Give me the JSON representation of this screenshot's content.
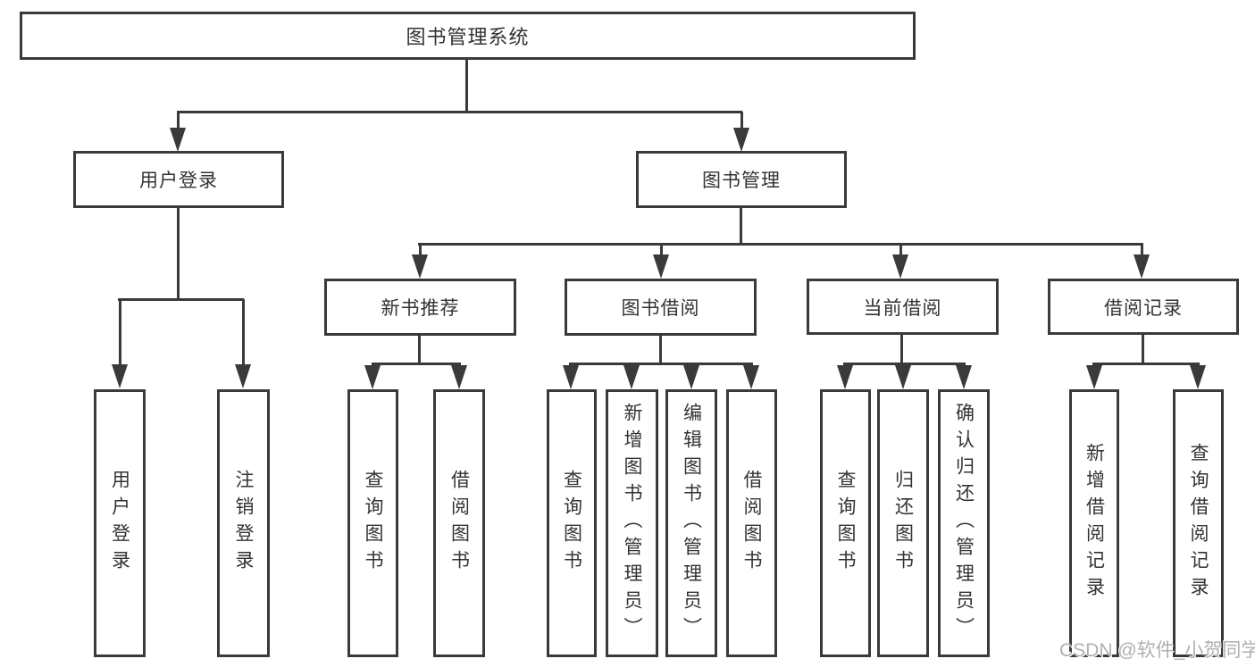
{
  "diagram_title": "图书管理系统",
  "colors": {
    "line": "#3a3a3a",
    "text": "#333333",
    "watermark_text_color": "#b0b0b0",
    "background": "#ffffff"
  },
  "tree": {
    "label": "图书管理系统",
    "children": [
      {
        "label": "用户登录",
        "children": [
          {
            "label": "用户登录"
          },
          {
            "label": "注销登录"
          }
        ]
      },
      {
        "label": "图书管理",
        "children": [
          {
            "label": "新书推荐",
            "children": [
              {
                "label": "查询图书"
              },
              {
                "label": "借阅图书"
              }
            ]
          },
          {
            "label": "图书借阅",
            "children": [
              {
                "label": "查询图书"
              },
              {
                "label": "新增图书（管理员）"
              },
              {
                "label": "编辑图书（管理员）"
              },
              {
                "label": "借阅图书"
              }
            ]
          },
          {
            "label": "当前借阅",
            "children": [
              {
                "label": "查询图书"
              },
              {
                "label": "归还图书"
              },
              {
                "label": "确认归还（管理员）"
              }
            ]
          },
          {
            "label": "借阅记录",
            "children": [
              {
                "label": "新增借阅记录"
              },
              {
                "label": "查询借阅记录"
              }
            ]
          }
        ]
      }
    ]
  },
  "watermark": {
    "text": "CSDN @软件_小贺同学"
  }
}
